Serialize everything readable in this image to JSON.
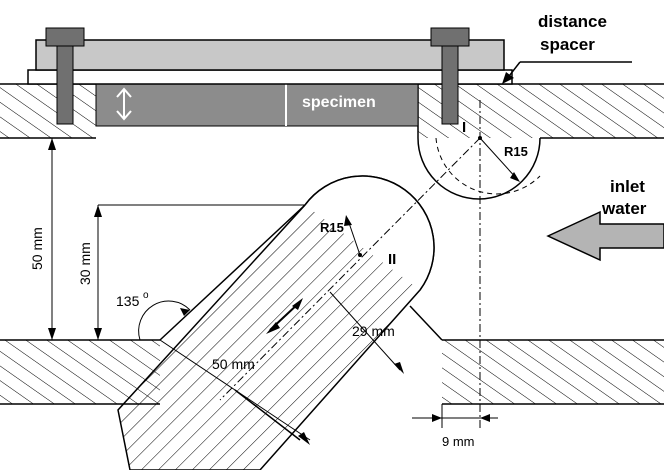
{
  "labels": {
    "distance_spacer_line1": "distance",
    "distance_spacer_line2": "spacer",
    "specimen": "specimen",
    "inlet_water_line1": "inlet",
    "inlet_water_line2": "water",
    "marker_one": "I",
    "marker_two": "II",
    "radius_top": "R15",
    "radius_nozzle": "R15",
    "dim_50mm_vertical": "50 mm",
    "dim_30mm_vertical": "30 mm",
    "angle_135": "135",
    "angle_degree": "o",
    "dim_29mm": "29 mm",
    "dim_50mm_diag": "50 mm",
    "dim_9mm": "9 mm"
  },
  "colors": {
    "line": "#000000",
    "spacer_fill": "#c8c8c8",
    "bolt_fill": "#707070",
    "specimen_fill": "#8c8c8c",
    "arrow_fill": "#b4b4b4",
    "background": "#ffffff"
  }
}
